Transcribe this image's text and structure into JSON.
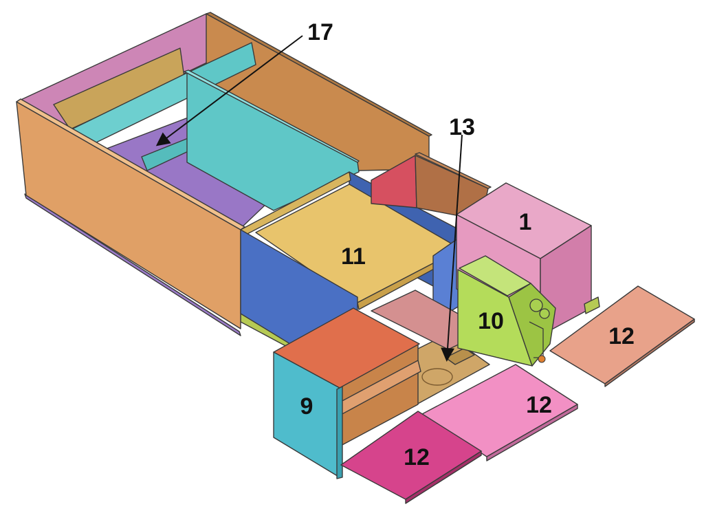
{
  "diagram": {
    "labels": {
      "item_17": "17",
      "item_13": "13",
      "item_1": "1",
      "item_11": "11",
      "item_10": "10",
      "item_9": "9",
      "item_12_right": "12",
      "item_12_middle": "12",
      "item_12_bottom": "12"
    },
    "colors": {
      "orange_wall": "#e0a066",
      "magenta_panel": "#cd86b6",
      "cyan_wall": "#5fc7c7",
      "purple_floor": "#9977c6",
      "blue_frame": "#4a70c4",
      "yellow_shelf": "#e8c46c",
      "pink_box": "#e69ac0",
      "green_unit": "#b4dc5a",
      "teal_cabinet": "#4fbccc",
      "orange_top": "#e06f4c",
      "salmon_panel": "#e8a28a",
      "pink_panel": "#f290c4",
      "magenta_panel_bottom": "#d6448c",
      "olive_strip": "#b6ca54",
      "tan_tray": "#cfa668"
    }
  }
}
